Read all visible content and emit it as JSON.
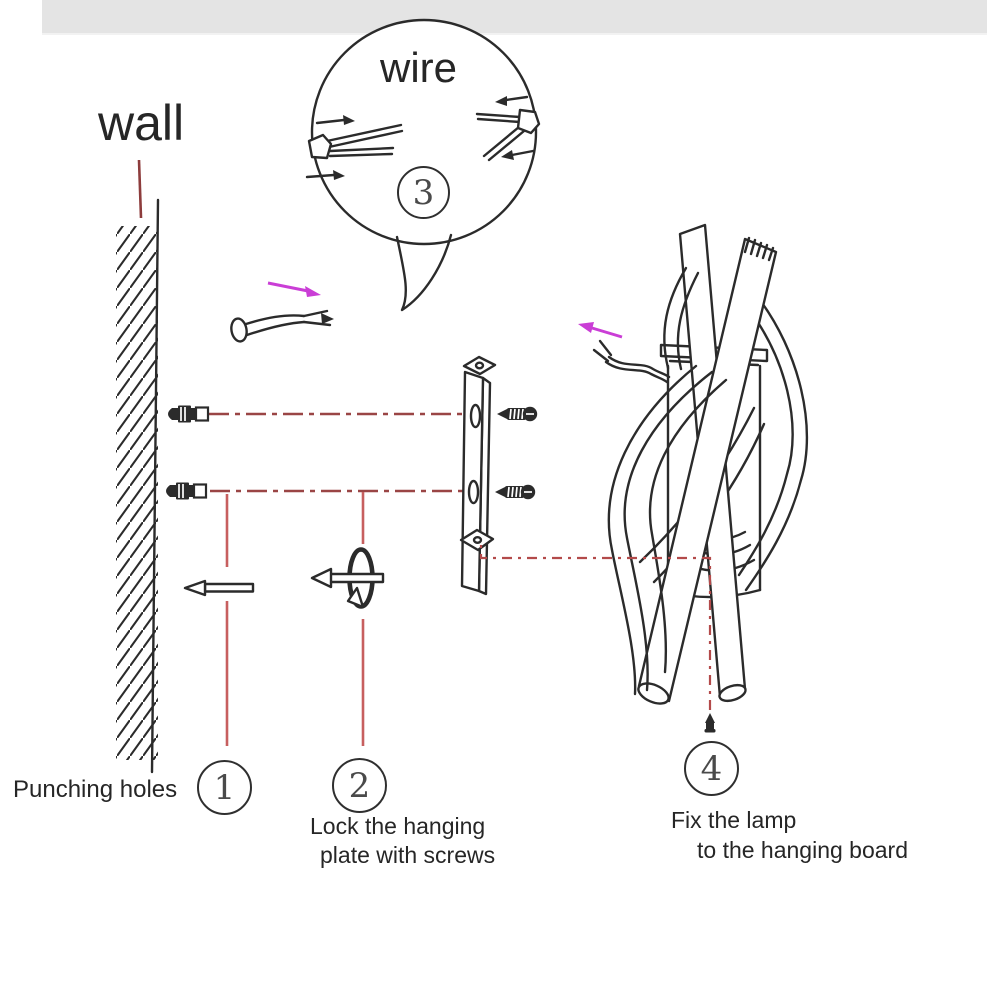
{
  "labels": {
    "wall": "wall",
    "wire": "wire",
    "step1": "Punching holes",
    "step2_line1": "Lock the hanging",
    "step2_line2": "plate with screws",
    "step4_line1": "Fix the lamp",
    "step4_line2": "to the hanging board"
  },
  "step_numbers": {
    "one": "1",
    "two": "2",
    "three": "3",
    "four": "4"
  },
  "colors": {
    "line_art": "#2b2b2b",
    "guide_dashdot": "#9a4545",
    "guide_solid": "#c75f5f",
    "guide_dotted": "#b34a4a",
    "magenta_arrow": "#ca3ed6",
    "wall_pointer": "#8d3c3c",
    "top_bar": "#e4e4e4",
    "digit": "#4a4a4a"
  }
}
